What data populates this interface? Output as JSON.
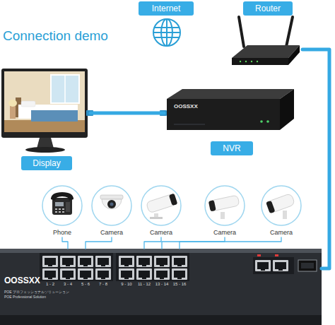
{
  "diagram": {
    "title": "Connection demo",
    "nodes": [
      {
        "text": [
          "Internet"
        ]
      },
      {
        "text": [
          "Router"
        ]
      },
      {
        "text": [
          "Display"
        ]
      },
      {
        "text": [
          "OOSSXX",
          "NVR"
        ]
      },
      {
        "text": [
          "Phone"
        ]
      },
      {
        "text": [
          "Camera"
        ]
      },
      {
        "text": [
          "Camera"
        ]
      },
      {
        "text": [
          "Camera"
        ]
      },
      {
        "text": [
          "Camera"
        ]
      },
      {
        "text": [
          "OOSSXX",
          "POE プロフェッショナルソリューション",
          "POE Professional Solution"
        ]
      }
    ],
    "edges": [
      {
        "from": 2,
        "to": 3,
        "arrow": "none"
      },
      {
        "from": 1,
        "to": 9,
        "arrow": "none"
      },
      {
        "from": 4,
        "to": 9,
        "arrow": "none"
      },
      {
        "from": 5,
        "to": 9,
        "arrow": "none"
      },
      {
        "from": 6,
        "to": 9,
        "arrow": "none"
      },
      {
        "from": 7,
        "to": 9,
        "arrow": "none"
      },
      {
        "from": 8,
        "to": 9,
        "arrow": "none"
      }
    ],
    "labels": [
      "1 - 2",
      "3 - 4",
      "5 - 6",
      "7 - 8",
      "9 - 10",
      "11 - 12",
      "13 - 14",
      "15 - 16"
    ]
  }
}
